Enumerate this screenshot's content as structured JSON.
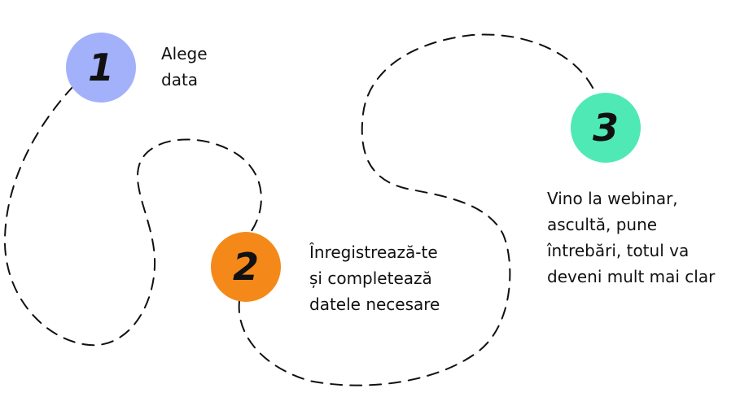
{
  "steps": [
    {
      "number": "1",
      "color": "#a3b1fb",
      "lines": [
        "Alege",
        "data"
      ]
    },
    {
      "number": "2",
      "color": "#f4891a",
      "lines": [
        "Înregistrează-te",
        "și completează",
        "datele necesare"
      ]
    },
    {
      "number": "3",
      "color": "#4fe9b6",
      "lines": [
        "Vino la webinar,",
        "ascultă, pune",
        "întrebări, totul va",
        "deveni mult mai clar"
      ]
    }
  ],
  "path_style": {
    "stroke_color": "#111111"
  }
}
